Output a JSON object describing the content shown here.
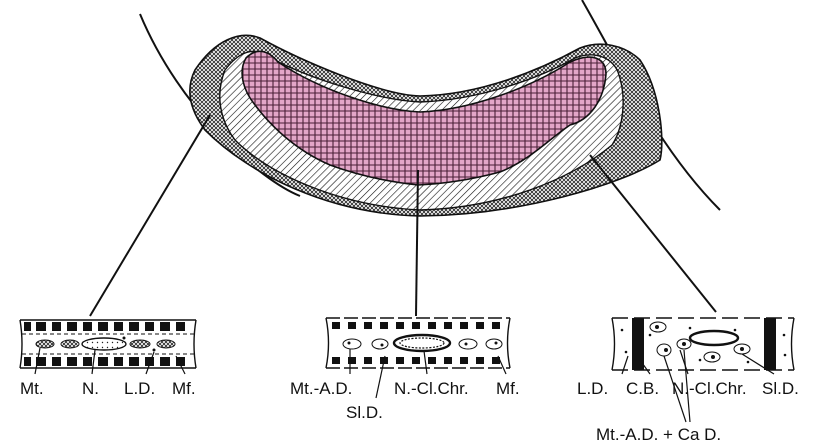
{
  "figure": {
    "colors": {
      "infarct_core": "#e3a6c8",
      "ink": "#111111",
      "background": "#ffffff"
    },
    "regions": {
      "core": "infarct-core-pink-crosshatch",
      "middle": "diagonal-hatched-band",
      "outer": "stippled-outer-band"
    }
  },
  "panels": {
    "left": {
      "labels": {
        "mt": "Mt.",
        "n": "N.",
        "ld": "L.D.",
        "mf": "Mf."
      }
    },
    "center": {
      "labels": {
        "mt_ad": "Mt.-A.D.",
        "sld": "Sl.D.",
        "n_clchr": "N.-Cl.Chr.",
        "mf": "Mf."
      }
    },
    "right": {
      "labels": {
        "ld": "L.D.",
        "cb": "C.B.",
        "n_clchr": "N.-Cl.Chr.",
        "sld": "Sl.D.",
        "mt_ad_ca": "Mt.-A.D. + Ca D."
      }
    }
  }
}
